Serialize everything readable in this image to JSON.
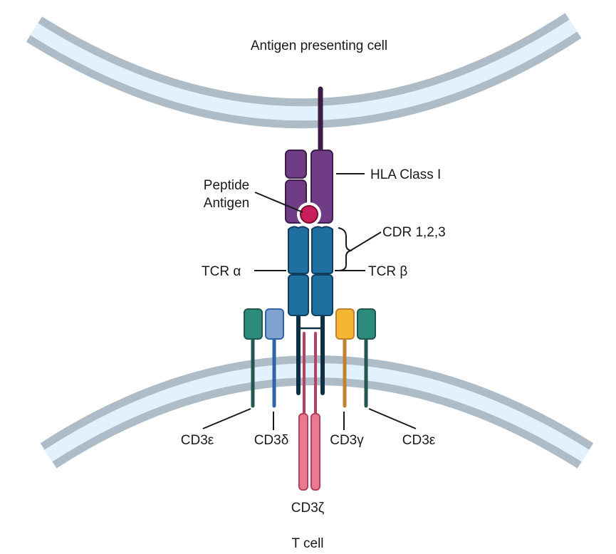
{
  "title": "TCR–pMHC complex schematic",
  "cells": {
    "top": "Antigen presenting cell",
    "bottom": "T cell"
  },
  "labels": {
    "hla": "HLA Class I",
    "peptide_line1": "Peptide",
    "peptide_line2": "Antigen",
    "cdr": "CDR 1,2,3",
    "tcr_alpha": "TCR α",
    "tcr_beta": "TCR β",
    "cd3_epsilon_left": "CD3ε",
    "cd3_delta": "CD3δ",
    "cd3_gamma": "CD3γ",
    "cd3_epsilon_right": "CD3ε",
    "cd3_zeta": "CD3ζ"
  },
  "colors": {
    "membrane_outer": "#aebcc7",
    "membrane_inner": "#e1f1fd",
    "hla_fill": "#6f3c85",
    "hla_stroke": "#3e1f4c",
    "hla_stalk": "#3b1d45",
    "peptide_fill": "#c81f5c",
    "peptide_stroke": "#7a0f33",
    "tcr_fill": "#1f6fa0",
    "tcr_stroke": "#0f3d5e",
    "tcr_stalk": "#0f2f45",
    "cd3_epsilon": "#2d8b7e",
    "cd3_epsilon_stalk": "#21574f",
    "cd3_delta": "#7fa3cf",
    "cd3_delta_stalk": "#2f64a8",
    "cd3_gamma": "#f5b731",
    "cd3_gamma_stalk": "#c2812e",
    "cd3_zeta_fill": "#e97a93",
    "cd3_zeta_stroke": "#b73f5f"
  }
}
